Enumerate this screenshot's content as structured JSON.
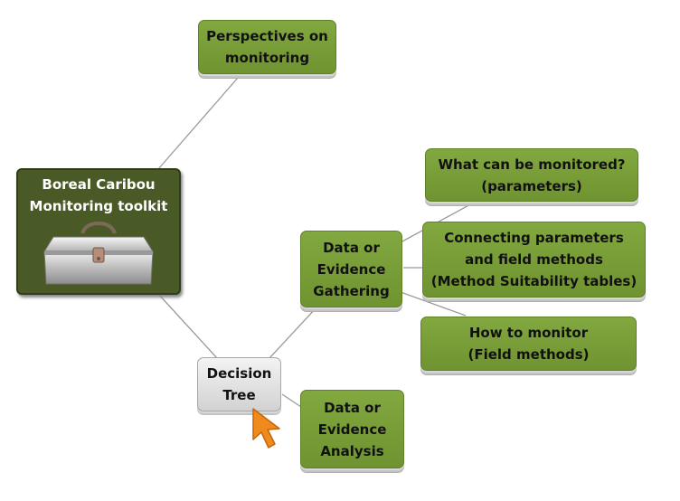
{
  "nodes": {
    "perspectives": "Perspectives on\nmonitoring",
    "root": "Boreal Caribou\nMonitoring toolkit",
    "what_monitored": "What can be  monitored?\n(parameters)",
    "connecting": "Connecting parameters\nand field methods\n(Method Suitability tables)",
    "gathering": "Data or\nEvidence\nGathering",
    "how_monitor": "How to monitor\n(Field methods)",
    "decision_tree": "Decision\nTree",
    "analysis": "Data or\nEvidence\nAnalysis"
  },
  "icons": {
    "toolbox": "toolbox-icon",
    "cursor": "cursor-arrow-icon"
  },
  "colors": {
    "node_green": "#78a036",
    "root_bg": "#4a5a26",
    "selected_node": "#e0e0e0",
    "connector": "#9a9a9a",
    "cursor": "#f08a1c"
  }
}
